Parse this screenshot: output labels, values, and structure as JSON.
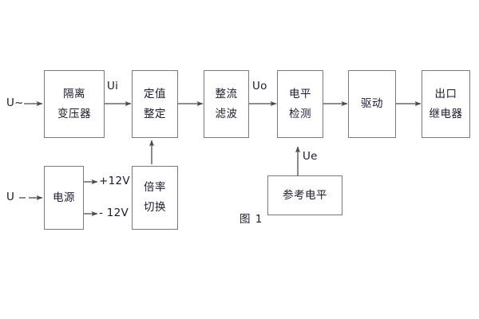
{
  "figure": {
    "caption": "图 1",
    "type": "block-diagram",
    "background_color": "#ffffff",
    "line_color": "#555555",
    "box_border_color": "#7a7a7a",
    "text_color": "#1a1a2e"
  },
  "blocks": [
    {
      "id": "isolation-transformer",
      "lines": [
        "隔离",
        "变压器"
      ],
      "row": "signal"
    },
    {
      "id": "setting-value",
      "lines": [
        "定值",
        "整定"
      ],
      "row": "signal"
    },
    {
      "id": "rectify-filter",
      "lines": [
        "整流",
        "滤波"
      ],
      "row": "signal"
    },
    {
      "id": "level-detection",
      "lines": [
        "电平",
        "检测"
      ],
      "row": "signal"
    },
    {
      "id": "drive",
      "lines": [
        "驱动"
      ],
      "row": "signal"
    },
    {
      "id": "output-relay",
      "lines": [
        "出口",
        "继电器"
      ],
      "row": "signal"
    },
    {
      "id": "power-supply",
      "lines": [
        "电源"
      ],
      "row": "power"
    },
    {
      "id": "multiplier-switch",
      "lines": [
        "倍率",
        "切换"
      ],
      "row": "power"
    },
    {
      "id": "reference-level",
      "lines": [
        "参考电平"
      ],
      "row": "reference"
    }
  ],
  "signal_labels": {
    "ac_input": "U~",
    "dc_input": "U",
    "ui": "Ui",
    "uo": "Uo",
    "ue": "Ue",
    "rail_positive": "+12V",
    "rail_negative": "- 12V"
  }
}
